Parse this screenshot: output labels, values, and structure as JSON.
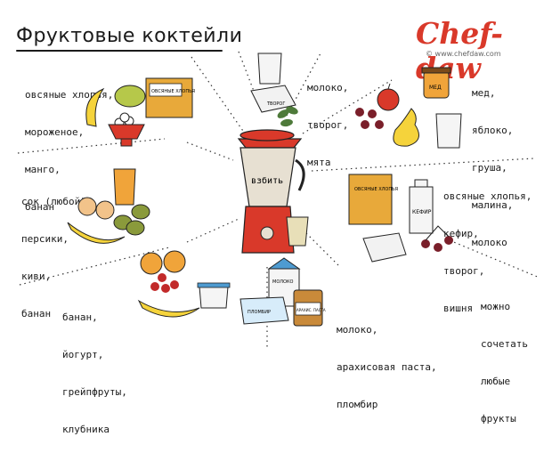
{
  "header": {
    "title": "Фруктовые коктейли",
    "brand": "Chef-daw",
    "brand_url": "© www.chefdaw.com"
  },
  "blender_label": "взбить",
  "groups": {
    "top_left": [
      "овсяные хлопья,",
      "мороженое,",
      "манго,",
      "банан"
    ],
    "middle_left": [
      "сок (любой),",
      "персики,",
      "киви,",
      "банан"
    ],
    "bottom_left": [
      "банан,",
      "йогурт,",
      "грейпфруты,",
      "клубника"
    ],
    "top_center": [
      "молоко,",
      "творог,",
      "мята"
    ],
    "top_right": [
      "мед,",
      "яблоко,",
      "груша,",
      "малина,",
      "молоко"
    ],
    "middle_right": [
      "овсяные хлопья,",
      "кефир,",
      "творог,",
      "вишня"
    ],
    "bottom_center": [
      "молоко,",
      "арахисовая паста,",
      "пломбир"
    ],
    "bottom_right": [
      "можно",
      "сочетать",
      "любые",
      "фрукты"
    ]
  },
  "package_labels": {
    "oats": "ОВСЯНЫЕ ХЛОПЬЯ",
    "tvorog": "ТВОРОГ",
    "honey": "МЕД",
    "kefir": "КЕФИР",
    "milk": "МОЛОКО",
    "icecream": "ПЛОМБИР",
    "peanut": "АРАХИС. ПАСТА"
  },
  "colors": {
    "brand": "#d9392a",
    "banana": "#f5d33b",
    "apple_red": "#d9392a",
    "kiwi": "#8a9a3b",
    "orange": "#f0a43a",
    "berry": "#7a1f2a",
    "mint": "#4e7a3a",
    "package": "#e8a93a"
  }
}
